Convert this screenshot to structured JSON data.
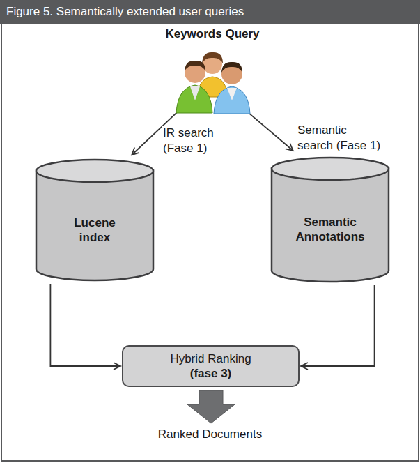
{
  "diagram": {
    "title": "Figure 5. Semantically extended user queries",
    "nodes": [
      {
        "text": [
          "Keywords Query"
        ]
      },
      {
        "text": [
          "Lucene index"
        ]
      },
      {
        "text": [
          "Semantic Annotations"
        ]
      },
      {
        "text": [
          "Hybrid Ranking",
          "(fase 3)"
        ]
      }
    ],
    "edges": [
      {
        "from": 0,
        "to": 1,
        "arrow": "to",
        "label": "IR search (Fase 1)"
      },
      {
        "from": 0,
        "to": 2,
        "arrow": "to",
        "label": "Semantic search (Fase 1)"
      },
      {
        "from": 1,
        "to": 3,
        "arrow": "to"
      },
      {
        "from": 2,
        "to": 3,
        "arrow": "to"
      }
    ],
    "labels": [
      "Ranked Documents"
    ]
  }
}
